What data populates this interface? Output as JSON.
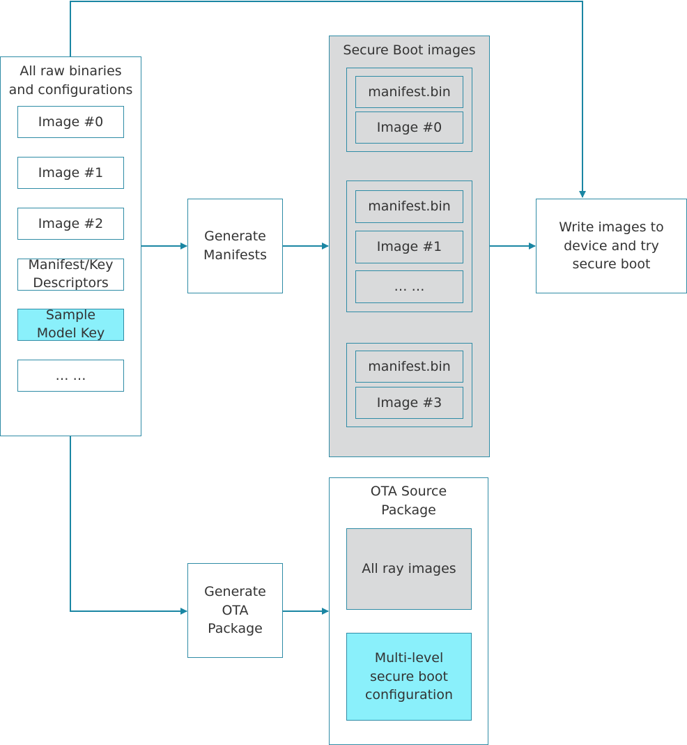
{
  "raw": {
    "title": "All raw binaries\nand configurations",
    "items": [
      "Image #0",
      "Image #1",
      "Image #2",
      "Manifest/Key\nDescriptors",
      "Sample\nModel Key",
      "… …"
    ]
  },
  "gen_manifests": "Generate\nManifests",
  "secure_boot": {
    "title": "Secure Boot images",
    "group1": [
      "manifest.bin",
      "Image #0"
    ],
    "group2": [
      "manifest.bin",
      "Image #1",
      "… …"
    ],
    "group3": [
      "manifest.bin",
      "Image #3"
    ]
  },
  "write_images": "Write images to\ndevice and try\nsecure boot",
  "gen_ota": "Generate\nOTA\nPackage",
  "ota_source": {
    "title": "OTA Source\nPackage",
    "all_images": "All ray images",
    "config": "Multi-level\nsecure boot\nconfiguration"
  },
  "colors": {
    "line": "#2e8ba5",
    "chain_arrow": "#d2334a",
    "gray_fill": "#d9dadb",
    "cyan_fill": "#8af0fb"
  }
}
